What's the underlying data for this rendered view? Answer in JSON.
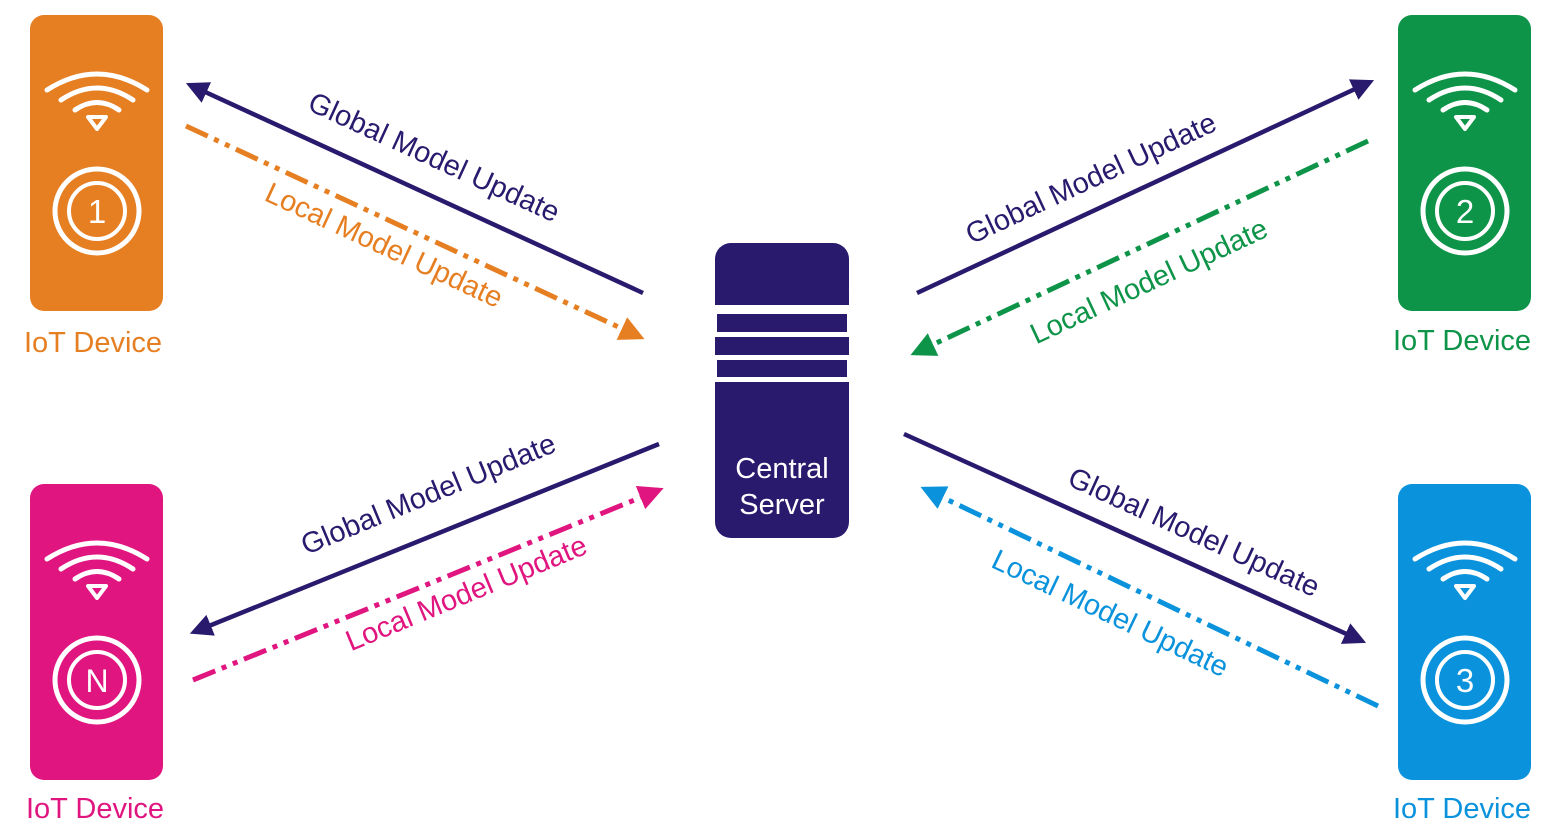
{
  "colors": {
    "navy": "#2a1a6e",
    "orange": "#e67e22",
    "green": "#0e9448",
    "magenta": "#e0157f",
    "blue": "#0a93dc",
    "white": "#ffffff"
  },
  "server": {
    "label_line1": "Central",
    "label_line2": "Server",
    "icon": "server-icon"
  },
  "devices": [
    {
      "id": "device-1",
      "badge": "1",
      "label": "IoT Device",
      "color": "orange",
      "icon": "wifi-icon"
    },
    {
      "id": "device-2",
      "badge": "2",
      "label": "IoT Device",
      "color": "green",
      "icon": "wifi-icon"
    },
    {
      "id": "device-3",
      "badge": "3",
      "label": "IoT Device",
      "color": "blue",
      "icon": "wifi-icon"
    },
    {
      "id": "device-n",
      "badge": "N",
      "label": "IoT Device",
      "color": "magenta",
      "icon": "wifi-icon"
    }
  ],
  "arrows": {
    "global_label": "Global Model Update",
    "local_label": "Local Model Update"
  }
}
